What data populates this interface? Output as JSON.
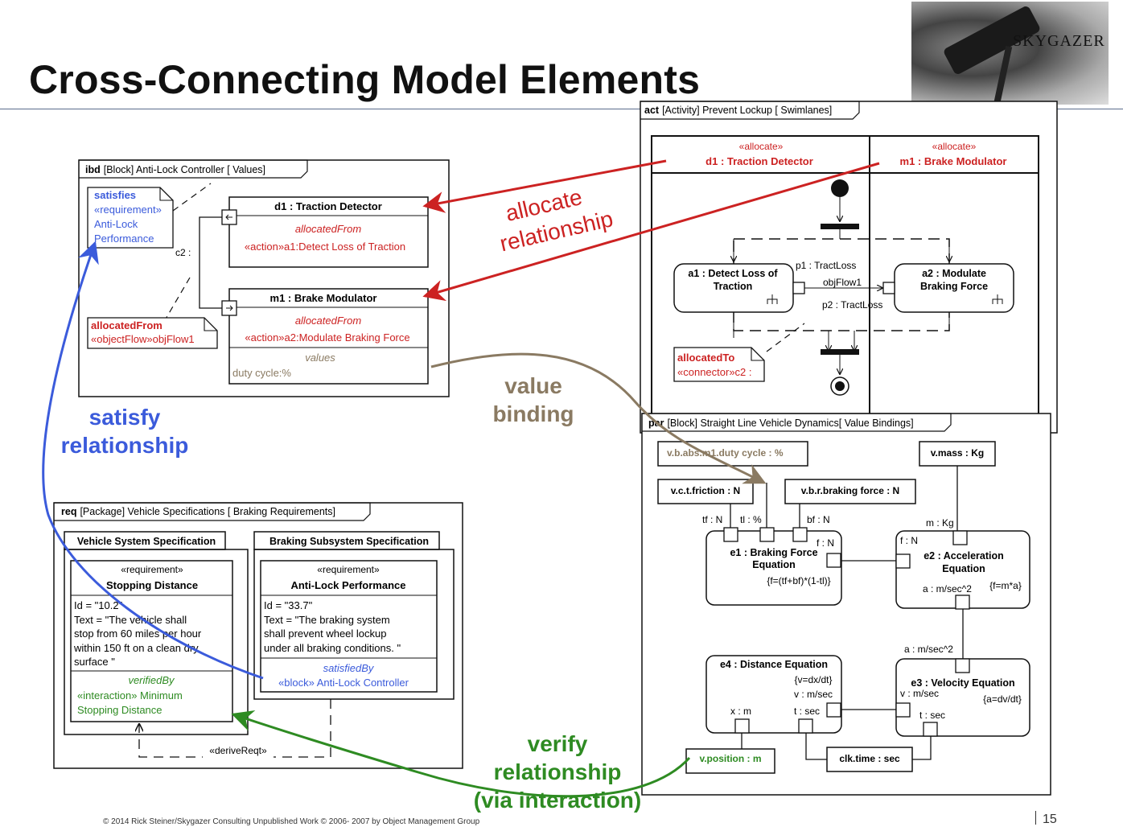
{
  "title": "Cross-Connecting Model Elements",
  "logo_text": "SKYGAZER",
  "footer": "© 2014  Rick Steiner/Skygazer Consulting   Unpublished Work  © 2006- 2007 by Object Management Group",
  "page_number": "15",
  "colors": {
    "red": "#cc2222",
    "blue": "#3b5bdb",
    "brown": "#8a7a62",
    "green": "#2e8b22",
    "rule": "#5a6b8c"
  },
  "ibd": {
    "header_kind": "ibd",
    "header_rest": "[Block] Anti-Lock Controller [ Values]",
    "note1": {
      "keyword": "satisfies",
      "stereotype": "«requirement»",
      "line1": "Anti-Lock",
      "line2": "Performance"
    },
    "d1": {
      "title": "d1 : Traction Detector",
      "alloc_label": "allocatedFrom",
      "alloc_value": "«action»a1:Detect Loss of Traction"
    },
    "m1": {
      "title": "m1 : Brake Modulator",
      "alloc_label": "allocatedFrom",
      "alloc_value": "«action»a2:Modulate Braking Force",
      "values_label": "values",
      "values_value": "duty cycle:%"
    },
    "c2_label": "c2 :",
    "note2": {
      "keyword": "allocatedFrom",
      "value": "«objectFlow»objFlow1"
    }
  },
  "act": {
    "header_kind": "act",
    "header_rest": "[Activity] Prevent Lockup [ Swimlanes]",
    "lane1": {
      "stereotype": "«allocate»",
      "name": "d1 : Traction Detector"
    },
    "lane2": {
      "stereotype": "«allocate»",
      "name": "m1 : Brake Modulator"
    },
    "a1": {
      "line1": "a1 : Detect Loss of",
      "line2": "Traction"
    },
    "a2": {
      "line1": "a2 : Modulate",
      "line2": "Braking Force"
    },
    "p1": "p1 : TractLoss",
    "objflow": "objFlow1",
    "p2": "p2 : TractLoss",
    "note": {
      "keyword": "allocatedTo",
      "value": "«connector»c2 :"
    }
  },
  "req": {
    "header_kind": "req",
    "header_rest": "[Package] Vehicle Specifications [ Braking Requirements]",
    "vss_title": "Vehicle System Specification",
    "bss_title": "Braking Subsystem Specification",
    "r1": {
      "stereotype": "«requirement»",
      "name": "Stopping Distance",
      "lines": [
        "Id = \"10.2\"",
        "Text = \"The vehicle shall",
        "stop from 60 miles per hour",
        "within 150 ft on a clean dry",
        "surface \""
      ],
      "verified_label": "verifiedBy",
      "verified_line1": "«interaction» Minimum",
      "verified_line2": "Stopping Distance"
    },
    "r2": {
      "stereotype": "«requirement»",
      "name": "Anti-Lock Performance",
      "lines": [
        "Id = \"33.7\"",
        "Text = \"The braking system",
        "shall prevent wheel lockup",
        "under all braking conditions. \""
      ],
      "satisfied_label": "satisfiedBy",
      "satisfied_value": "«block» Anti-Lock Controller"
    },
    "derive": "«deriveReqt»"
  },
  "par": {
    "header_kind": "par",
    "header_rest": "[Block] Straight Line Vehicle Dynamics[ Value Bindings]",
    "vb_duty": "v.b.abs.m1.duty cycle : %",
    "vmass": "v.mass : Kg",
    "vct": "v.c.t.friction : N",
    "vbr": "v.b.r.braking force : N",
    "e1": {
      "line1": "e1 : Braking Force",
      "line2": "Equation",
      "eq": "{f=(tf+bf)*(1-tl)}",
      "tf": "tf : N",
      "tl": "tl : %",
      "bf": "bf : N",
      "f": "f : N"
    },
    "e2": {
      "line1": "e2 : Acceleration",
      "line2": "Equation",
      "eq": "{f=m*a}",
      "f": "f : N",
      "m": "m : Kg",
      "a": "a : m/sec^2"
    },
    "a_between": "a : m/sec^2",
    "e3": {
      "line1": "e3 : Velocity Equation",
      "eq": "{a=dv/dt}",
      "v": "v : m/sec",
      "t": "t : sec"
    },
    "e4": {
      "line1": "e4 : Distance Equation",
      "eq": "{v=dx/dt}",
      "v": "v : m/sec",
      "x": "x : m",
      "t": "t : sec"
    },
    "vpos": "v.position : m",
    "clk": "clk.time : sec"
  },
  "callouts": {
    "allocate_line1": "allocate",
    "allocate_line2": "relationship",
    "value_line1": "value",
    "value_line2": "binding",
    "satisfy_line1": "satisfy",
    "satisfy_line2": "relationship",
    "verify_line1": "verify",
    "verify_line2": "relationship",
    "verify_line3": "(via interaction)"
  }
}
